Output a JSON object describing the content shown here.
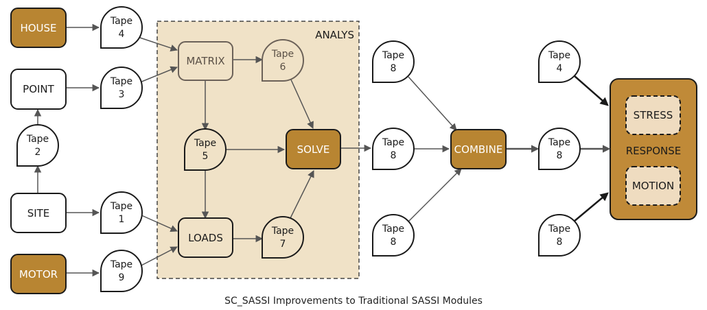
{
  "colors": {
    "brown_fill": "#b88532",
    "analys_bg": "#f0e2c7",
    "response_bg": "#c08a38",
    "inner_box_bg": "#efdcc0",
    "white": "#ffffff",
    "stroke": "#1a1a1a",
    "faded_stroke": "#6b6158",
    "edge": "#555555"
  },
  "nodes": {
    "house": "HOUSE",
    "point": "POINT",
    "site": "SITE",
    "motor": "MOTOR",
    "matrix": "MATRIX",
    "loads": "LOADS",
    "solve": "SOLVE",
    "combine": "COMBINE",
    "stress": "STRESS",
    "motion": "MOTION",
    "response": "RESPONSE"
  },
  "group_label": "ANALYS",
  "tapes": {
    "tape_word": "Tape",
    "house_out": "4",
    "point_out": "3",
    "site_up": "2",
    "site_out": "1",
    "motor_out": "9",
    "matrix_out": "6",
    "matrix_down": "5",
    "loads_out": "7",
    "solve_out": "8",
    "combine_top": "8",
    "combine_bottom": "8",
    "combine_out": "8",
    "response_top": "4",
    "response_bottom": "8"
  },
  "caption": "SC_SASSI Improvements to Traditional SASSI Modules"
}
